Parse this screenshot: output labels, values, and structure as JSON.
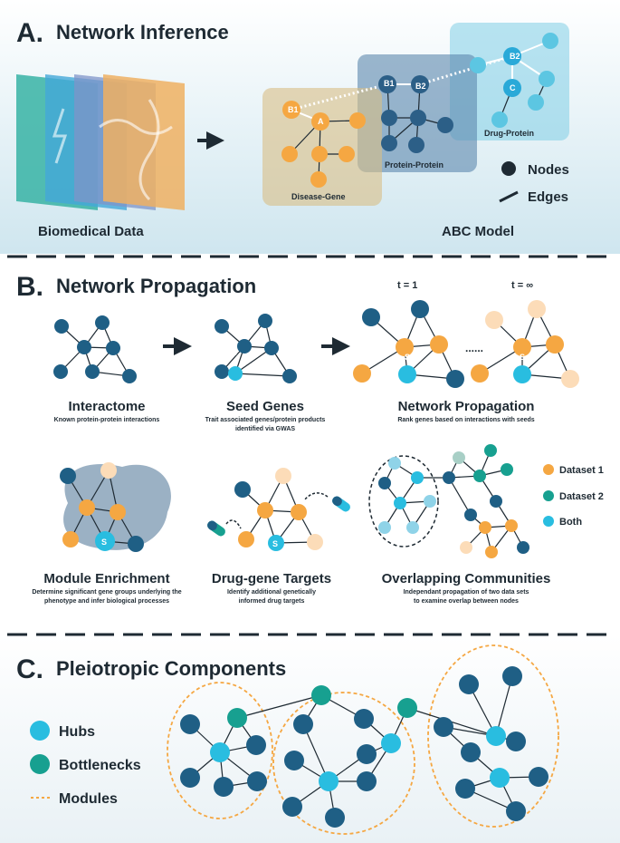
{
  "panel_a": {
    "letter": "A.",
    "title": "Network Inference",
    "biomedical_label": "Biomedical Data",
    "abc_label": "ABC Model",
    "box_disease": "Disease-Gene",
    "box_protein": "Protein-Protein",
    "box_drug": "Drug-Protein",
    "node_b1_left": "B1",
    "node_a": "A",
    "node_b1": "B1",
    "node_b2": "B2",
    "node_b2_right": "B2",
    "node_c": "C",
    "legend_nodes": "Nodes",
    "legend_edges": "Edges"
  },
  "panel_b": {
    "letter": "B.",
    "title": "Network Propagation",
    "t1": "t = 1",
    "tinf": "t = ∞",
    "dots": "......",
    "seed_symbol": "S",
    "interactome_title": "Interactome",
    "interactome_caption": "Known protein-protein interactions",
    "seed_title": "Seed Genes",
    "seed_caption_1": "Trait associated genes/protein products",
    "seed_caption_2": "identified via GWAS",
    "prop_title": "Network Propagation",
    "prop_caption": "Rank genes based on interactions with seeds",
    "module_title": "Module Enrichment",
    "module_caption_1": "Determine significant gene groups underlying the",
    "module_caption_2": "phenotype and infer biological processes",
    "drug_title": "Drug-gene Targets",
    "drug_caption_1": "Identify additional genetically",
    "drug_caption_2": "informed drug targets",
    "overlap_title": "Overlapping Communities",
    "overlap_caption_1": "Independant propagation of two data sets",
    "overlap_caption_2": "to examine overlap between nodes",
    "legend": [
      {
        "label": "Dataset 1",
        "color": "#f5a742"
      },
      {
        "label": "Dataset 2",
        "color": "#17a090"
      },
      {
        "label": "Both",
        "color": "#29bde0"
      }
    ]
  },
  "panel_c": {
    "letter": "C.",
    "title": "Pleiotropic Components",
    "legend": [
      {
        "label": "Hubs",
        "color": "#29bde0"
      },
      {
        "label": "Bottlenecks",
        "color": "#17a090"
      },
      {
        "label": "Modules",
        "color": "#f5a742"
      }
    ]
  },
  "colors": {
    "node_dark": "#1f5f85",
    "orange": "#f5a742",
    "pale_orange": "#fcdcb8",
    "cyan": "#29bde0",
    "teal": "#17a090",
    "edge": "#1e2a33"
  }
}
